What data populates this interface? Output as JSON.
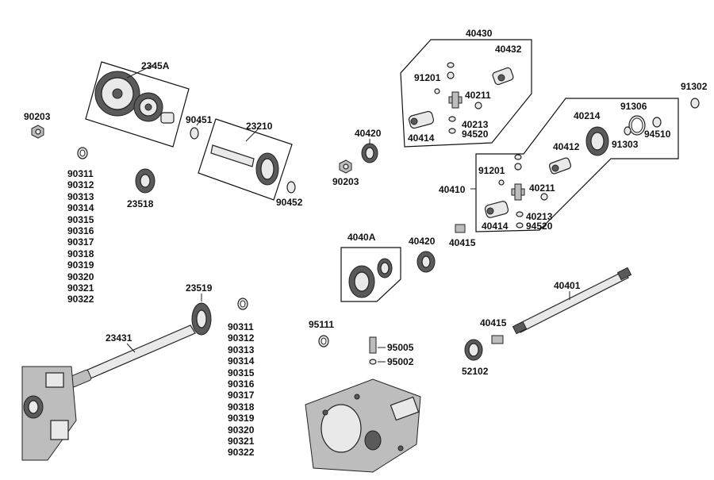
{
  "labels": {
    "l_2345A": "2345A",
    "l_90203_top": "90203",
    "l_90451": "90451",
    "l_23210": "23210",
    "l_23518": "23518",
    "l_90452": "90452",
    "l_40420_top": "40420",
    "l_90203_mid": "90203",
    "l_40430": "40430",
    "l_40432": "40432",
    "l_91201_top": "91201",
    "l_40211_top": "40211",
    "l_40213_top": "40213",
    "l_94520_top": "94520",
    "l_40414_top": "40414",
    "l_91302": "91302",
    "l_91306": "91306",
    "l_40214": "40214",
    "l_91303": "91303",
    "l_94510": "94510",
    "l_40412": "40412",
    "l_91201_bot": "91201",
    "l_40410": "40410",
    "l_40211_bot": "40211",
    "l_40213_bot": "40213",
    "l_40414_bot": "40414",
    "l_94520_bot": "94520",
    "l_40415_top": "40415",
    "l_4040A": "4040A",
    "l_40420_mid": "40420",
    "l_23519": "23519",
    "l_40401": "40401",
    "l_23431": "23431",
    "l_95111": "95111",
    "l_95005": "95005",
    "l_95002": "95002",
    "l_40415_bot": "40415",
    "l_52102": "52102"
  },
  "shim_list_a": [
    "90311",
    "90312",
    "90313",
    "90314",
    "90315",
    "90316",
    "90317",
    "90318",
    "90319",
    "90320",
    "90321",
    "90322"
  ],
  "shim_list_b": [
    "90311",
    "90312",
    "90313",
    "90314",
    "90315",
    "90316",
    "90317",
    "90318",
    "90319",
    "90320",
    "90321",
    "90322"
  ]
}
